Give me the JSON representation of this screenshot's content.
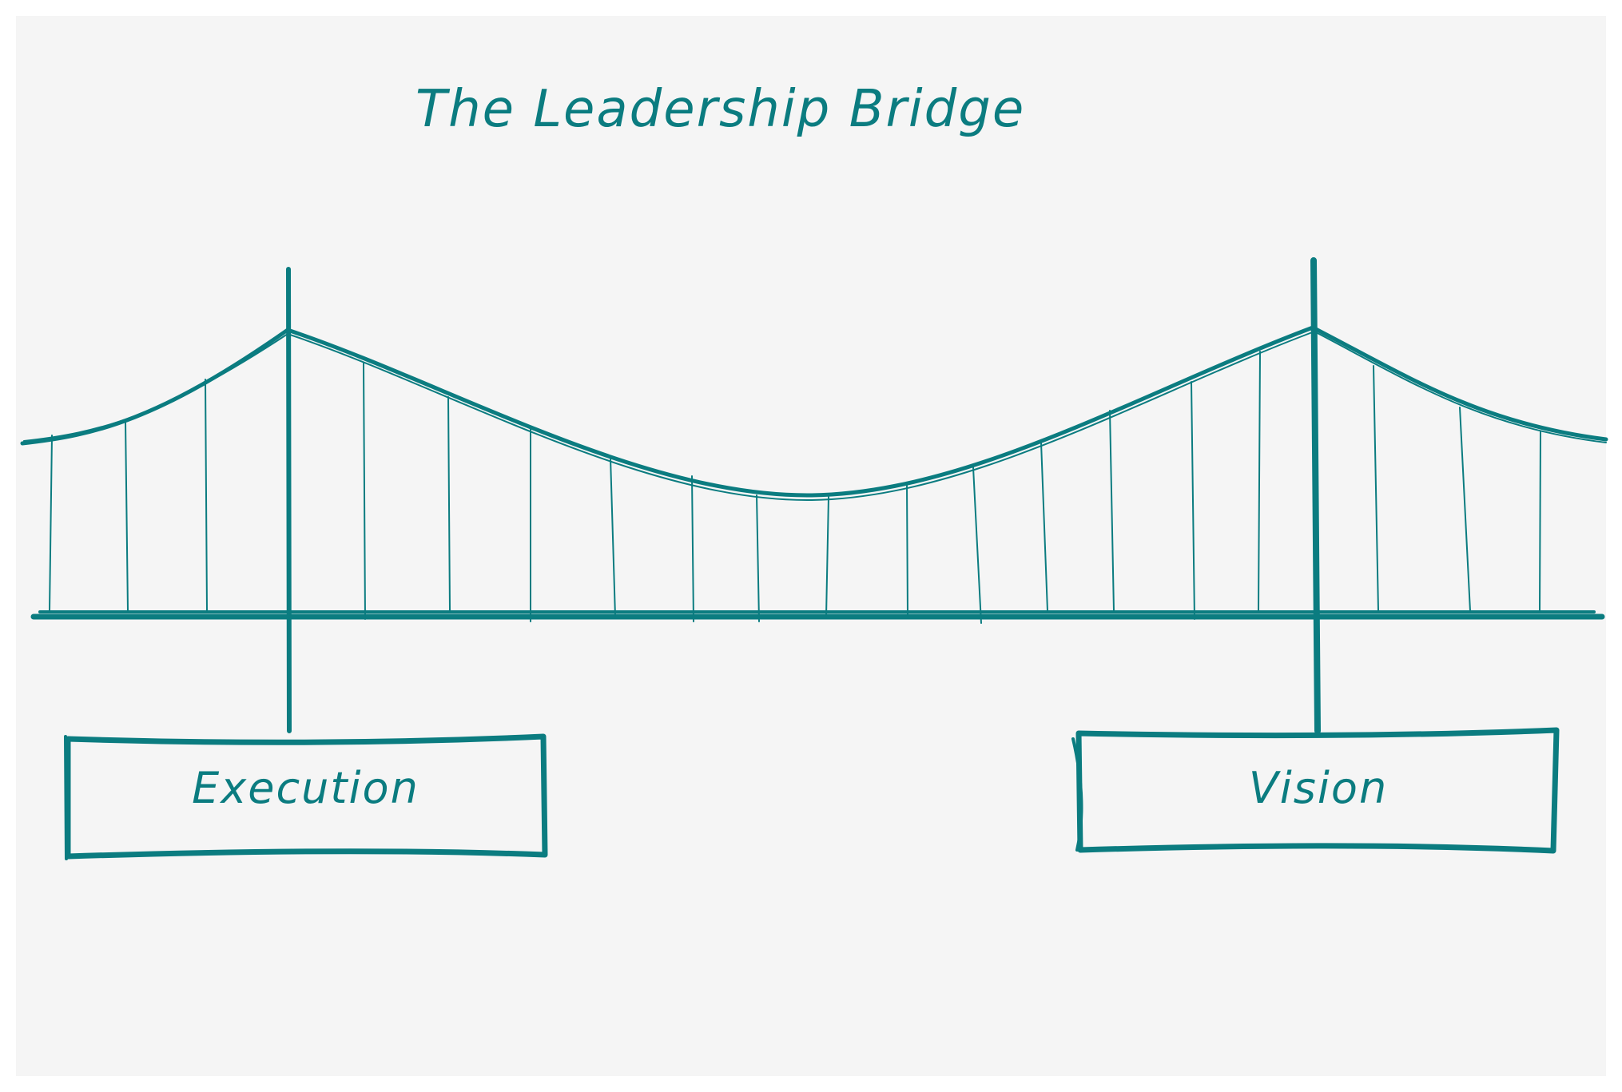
{
  "diagram": {
    "title": "The Leadership Bridge",
    "left_pillar_label": "Execution",
    "right_pillar_label": "Vision",
    "stroke_color": "#0b7c80",
    "background_color": "#f5f5f5"
  }
}
